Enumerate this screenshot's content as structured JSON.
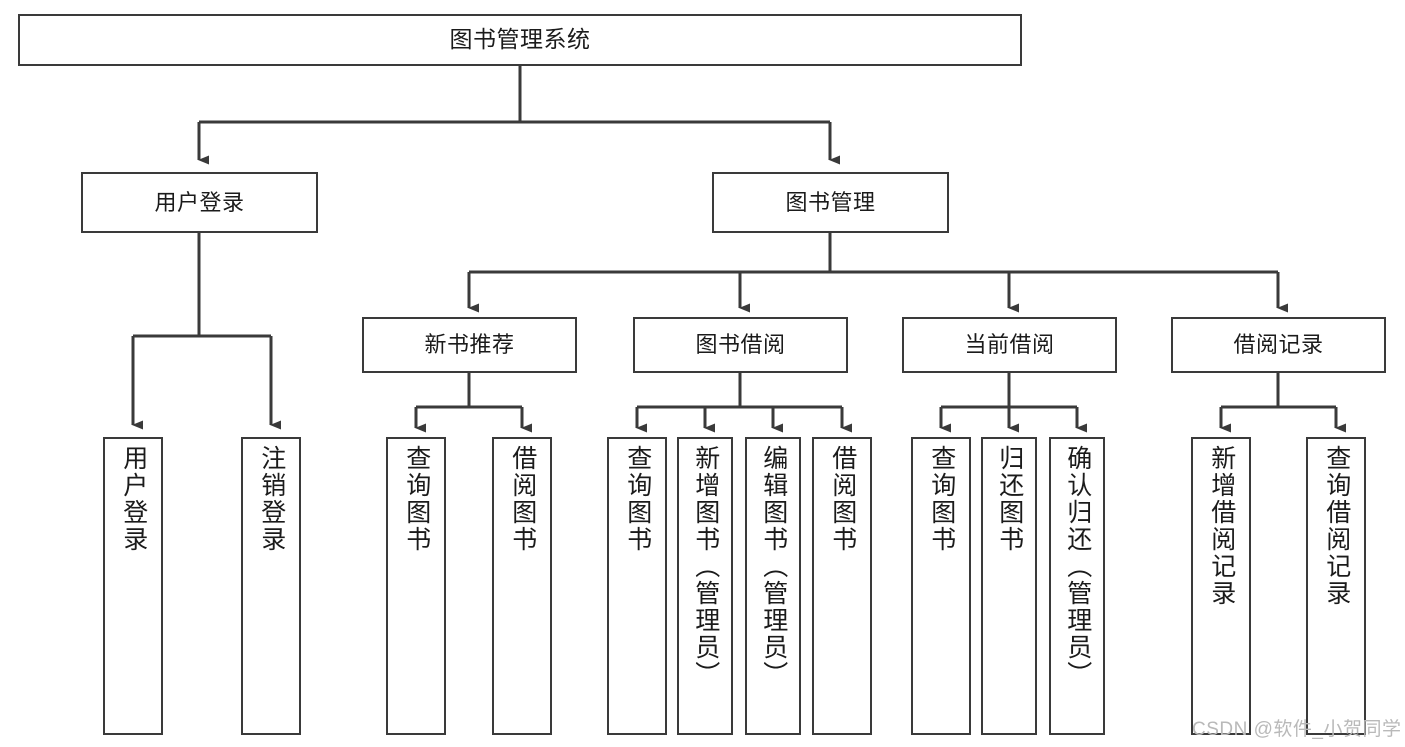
{
  "diagram": {
    "type": "tree-hierarchy",
    "title": "图书管理系统",
    "root": {
      "label": "图书管理系统"
    },
    "level2": [
      {
        "id": "user-login",
        "label": "用户登录"
      },
      {
        "id": "book-manage",
        "label": "图书管理"
      }
    ],
    "level3": [
      {
        "id": "new-book-recommend",
        "label": "新书推荐",
        "parent": "book-manage"
      },
      {
        "id": "book-borrow",
        "label": "图书借阅",
        "parent": "book-manage"
      },
      {
        "id": "current-borrow",
        "label": "当前借阅",
        "parent": "book-manage"
      },
      {
        "id": "borrow-record",
        "label": "借阅记录",
        "parent": "book-manage"
      }
    ],
    "leaves": [
      {
        "id": "leaf-user-login",
        "label": "用户登录",
        "parent": "user-login"
      },
      {
        "id": "leaf-logout",
        "label": "注销登录",
        "parent": "user-login"
      },
      {
        "id": "leaf-query-book-1",
        "label": "查询图书",
        "parent": "new-book-recommend"
      },
      {
        "id": "leaf-borrow-book-1",
        "label": "借阅图书",
        "parent": "new-book-recommend"
      },
      {
        "id": "leaf-query-book-2",
        "label": "查询图书",
        "parent": "book-borrow"
      },
      {
        "id": "leaf-add-book",
        "label": "新增图书（管理员）",
        "parent": "book-borrow"
      },
      {
        "id": "leaf-edit-book",
        "label": "编辑图书（管理员）",
        "parent": "book-borrow"
      },
      {
        "id": "leaf-borrow-book-2",
        "label": "借阅图书",
        "parent": "book-borrow"
      },
      {
        "id": "leaf-query-book-3",
        "label": "查询图书",
        "parent": "current-borrow"
      },
      {
        "id": "leaf-return-book",
        "label": "归还图书",
        "parent": "current-borrow"
      },
      {
        "id": "leaf-confirm-return",
        "label": "确认归还（管理员）",
        "parent": "current-borrow"
      },
      {
        "id": "leaf-add-record",
        "label": "新增借阅记录",
        "parent": "borrow-record"
      },
      {
        "id": "leaf-query-record",
        "label": "查询借阅记录",
        "parent": "borrow-record"
      }
    ]
  },
  "watermark": {
    "text": "CSDN @软件_小贺同学"
  },
  "colors": {
    "stroke": "#3a3a3a",
    "box_fill": "#ffffff",
    "text": "#1b1b1b",
    "watermark": "#b9b9b9",
    "background": "#ffffff"
  }
}
